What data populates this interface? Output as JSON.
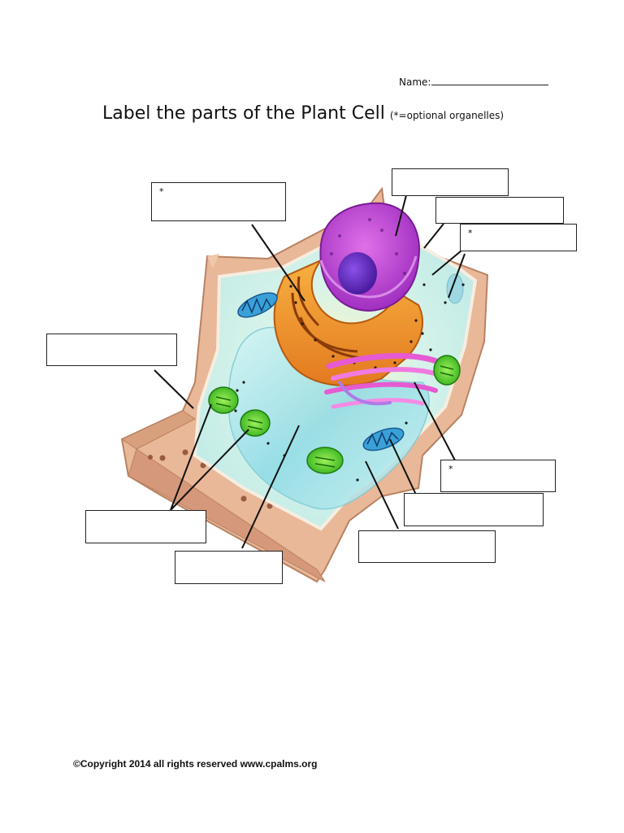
{
  "header": {
    "name_label": "Name:",
    "title": "Label the parts of the Plant Cell",
    "title_note": "(*=optional organelles)"
  },
  "labels": [
    {
      "id": "box-top-left",
      "marker": "*"
    },
    {
      "id": "box-top-right-1",
      "marker": ""
    },
    {
      "id": "box-top-right-2",
      "marker": ""
    },
    {
      "id": "box-top-right-3",
      "marker": "*"
    },
    {
      "id": "box-left",
      "marker": ""
    },
    {
      "id": "box-right-lower",
      "marker": "*"
    },
    {
      "id": "box-bottom-right-1",
      "marker": ""
    },
    {
      "id": "box-bottom-right-2",
      "marker": ""
    },
    {
      "id": "box-bottom-left",
      "marker": ""
    },
    {
      "id": "box-bottom-center",
      "marker": ""
    }
  ],
  "footer": {
    "copyright": "©Copyright 2014 all rights reserved www.cpalms.org"
  },
  "colors": {
    "cell_wall": "#e8b898",
    "cytoplasm": "#bfeae6",
    "vacuole": "#9ee0e6",
    "nucleus": "#b040c8",
    "nucleolus": "#6a2cc0",
    "golgi": "#e86ad8",
    "er": "#e89030",
    "chloroplast": "#44cc22",
    "mitochondria": "#3aa0d8"
  }
}
